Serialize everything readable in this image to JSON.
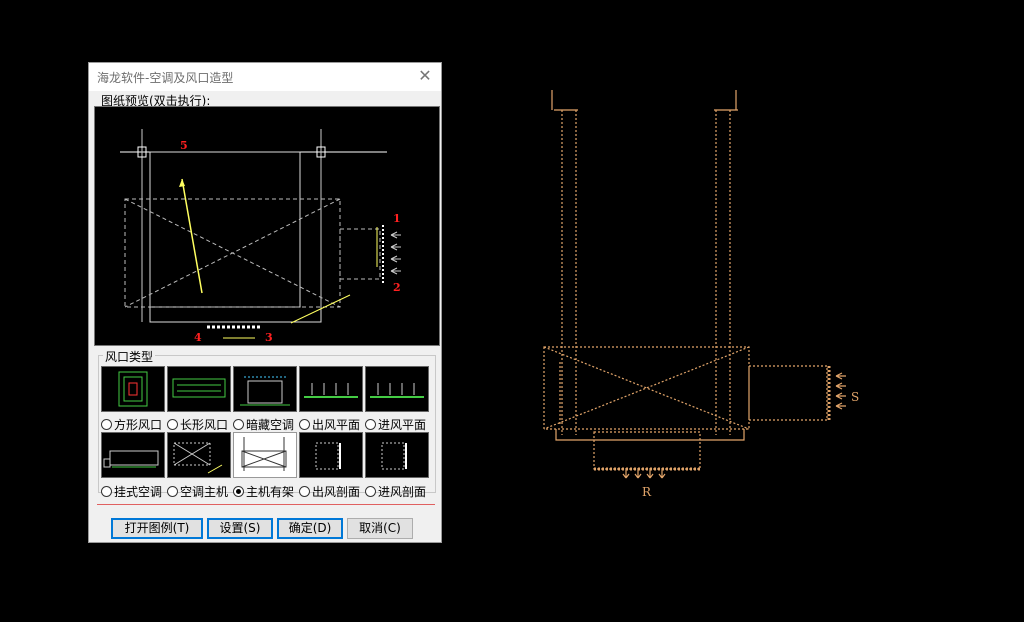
{
  "dialog": {
    "title": "海龙软件-空调及风口造型",
    "preview_label": "图纸预览(双击执行):",
    "group_label": "风口类型",
    "preview_markers": [
      "1",
      "2",
      "3",
      "4",
      "5"
    ],
    "options_row1": [
      {
        "label": "方形风口",
        "checked": false
      },
      {
        "label": "长形风口",
        "checked": false
      },
      {
        "label": "暗藏空调",
        "checked": false
      },
      {
        "label": "出风平面",
        "checked": false
      },
      {
        "label": "进风平面",
        "checked": false
      }
    ],
    "options_row2": [
      {
        "label": "挂式空调",
        "checked": false
      },
      {
        "label": "空调主机",
        "checked": false
      },
      {
        "label": "主机有架",
        "checked": true
      },
      {
        "label": "出风剖面",
        "checked": false
      },
      {
        "label": "进风剖面",
        "checked": false
      }
    ],
    "buttons": {
      "open_legend": "打开图例(T)",
      "settings": "设置(S)",
      "ok": "确定(D)",
      "cancel": "取消(C)"
    }
  },
  "canvas": {
    "label_s": "S",
    "label_r": "R"
  },
  "colors": {
    "cad_line": "#e2a56a",
    "preview_line": "#ffffff",
    "marker": "#ff2020",
    "arrow": "#ffff60"
  }
}
